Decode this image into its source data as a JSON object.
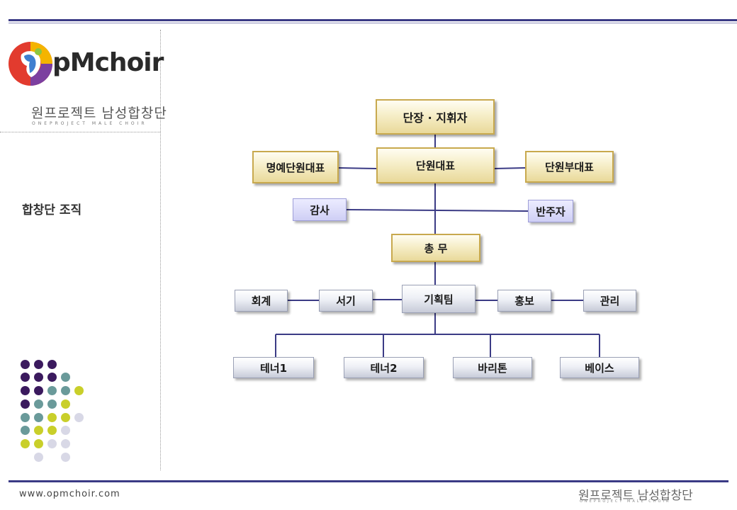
{
  "logo": {
    "wordmark": "pMchoir",
    "korean": "원프로젝트 남성합창단",
    "subtitle": "ONEPROJECT MALE CHOIR"
  },
  "section_title": "합창단 조직",
  "footer": {
    "url": "www.opmchoir.com",
    "korean": "원프로젝트 남성합창단",
    "subtitle": "ONEPROJECT MALE CHOIR"
  },
  "org": {
    "leader": "단장 · 지휘자",
    "rep": "단원대표",
    "honorary_rep": "명예단원대표",
    "vice_rep": "단원부대표",
    "audit": "감사",
    "accompanist": "반주자",
    "general_affairs": "총 무",
    "planning": "기획팀",
    "accounting": "회계",
    "secretary": "서기",
    "pr": "홍보",
    "management": "관리",
    "parts": [
      "테너1",
      "테너2",
      "바리톤",
      "베이스"
    ]
  },
  "colors": {
    "navy": "#3a3a85",
    "gold_border": "#c8a94e",
    "lavender": "#cfcff5"
  }
}
